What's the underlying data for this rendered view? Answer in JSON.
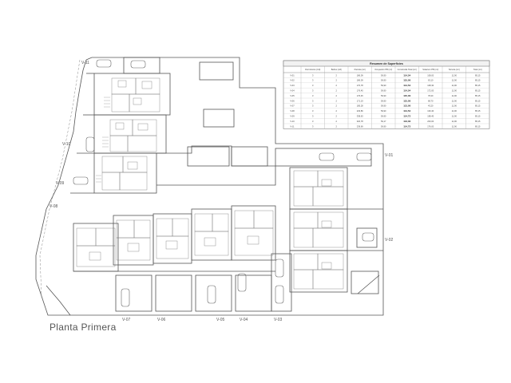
{
  "title": "Planta Primera",
  "table": {
    "title": "Resumen de Superficies",
    "columns": [
      "Dormitorios (Ud)",
      "Baños (Ud)",
      "Parcela (m²)",
      "Ocupación PB (m²)",
      "Construida Total (m²)",
      "Solarium PB (m²)",
      "Terraza (m²)",
      "Total (m²)"
    ],
    "rows": [
      [
        "V-01",
        "3",
        "2",
        "186,09",
        "59,90",
        "114,54",
        "108,00",
        "11,90",
        "85,15"
      ],
      [
        "V-02",
        "3",
        "2",
        "186,09",
        "59,90",
        "115,00",
        "63,10",
        "11,90",
        "85,15"
      ],
      [
        "V-03",
        "3",
        "2",
        "170,78",
        "59,90",
        "114,54",
        "108,30",
        "11,90",
        "85,15"
      ],
      [
        "V-04",
        "3",
        "2",
        "176,45",
        "59,90",
        "114,54",
        "172,00",
        "11,90",
        "85,15"
      ],
      [
        "V-05",
        "3",
        "2",
        "176,45",
        "59,90",
        "115,00",
        "78,20",
        "11,90",
        "85,15"
      ],
      [
        "V-06",
        "3",
        "2",
        "171,19",
        "59,90",
        "115,00",
        "68,70",
        "11,90",
        "85,15"
      ],
      [
        "V-07",
        "3",
        "2",
        "185,28",
        "59,90",
        "113,00",
        "43,20",
        "11,90",
        "85,15"
      ],
      [
        "V-08",
        "3",
        "2",
        "229,86",
        "59,90",
        "114,54",
        "130,40",
        "11,90",
        "85,15"
      ],
      [
        "V-09",
        "3",
        "2",
        "338,63",
        "59,90",
        "114,72",
        "198,40",
        "11,90",
        "85,15"
      ],
      [
        "V-10",
        "3",
        "2",
        "320,78",
        "59,17",
        "113,30",
        "203,00",
        "11,90",
        "85,15"
      ],
      [
        "V-11",
        "3",
        "2",
        "239,69",
        "59,90",
        "114,72",
        "176,00",
        "11,90",
        "85,15"
      ]
    ]
  },
  "villa_labels": {
    "v11": "V-11",
    "v10": "V-10",
    "v09": "V-09",
    "v08": "V-08",
    "v07": "V-07",
    "v06": "V-06",
    "v05": "V-05",
    "v04": "V-04",
    "v03": "V-03",
    "v02": "V-02",
    "v01": "V-01"
  },
  "colors": {
    "line": "#555555",
    "light": "#9a9a9a",
    "table_head": "#f2f2f2"
  }
}
